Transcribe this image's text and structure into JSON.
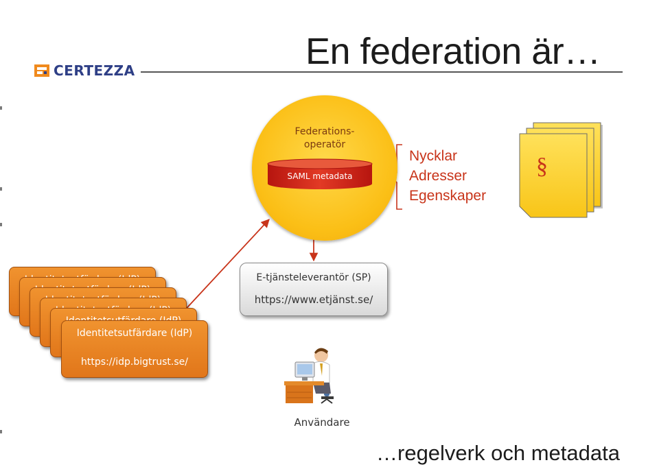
{
  "header": {
    "title": "En federation är…",
    "logo_text": "CERTEZZA"
  },
  "operator": {
    "line1": "Federations-",
    "line2": "operatör",
    "database_label": "SAML metadata"
  },
  "metadata_contents": [
    "Nycklar",
    "Adresser",
    "Egenskaper"
  ],
  "document_symbol": "§",
  "identity_providers": {
    "label": "Identitetsutfärdare (IdP)",
    "url": "https://idp.bigtrust.se/"
  },
  "service_provider": {
    "label": "E-tjänsteleverantör (SP)",
    "url": "https://www.etjänst.se/"
  },
  "user": {
    "label": "Användare"
  },
  "footer": {
    "text": "…regelverk och metadata"
  },
  "colors": {
    "accent_red": "#c8341a",
    "operator_yellow": "#fbbf16",
    "idp_orange": "#e1761a",
    "database_red": "#d8201c",
    "logo_blue": "#2e3f86",
    "logo_orange": "#f08a1d"
  }
}
